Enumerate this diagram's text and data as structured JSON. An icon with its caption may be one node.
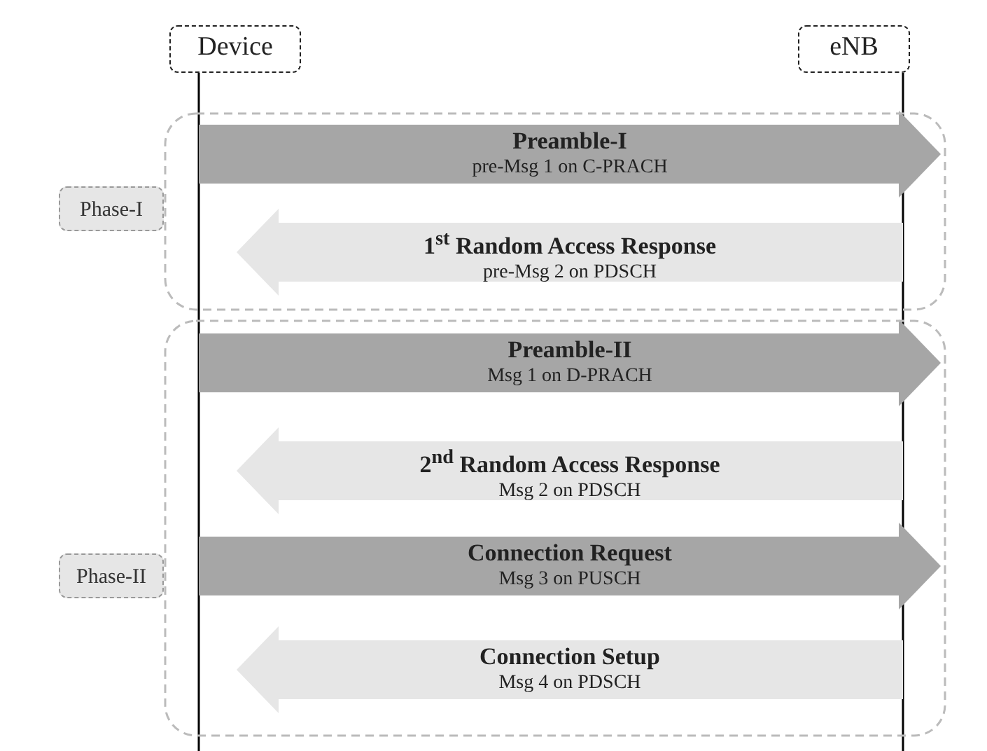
{
  "diagram": {
    "nodes": [
      {
        "text": [
          "Device"
        ]
      },
      {
        "text": [
          "eNB"
        ]
      },
      {
        "text": [
          "Phase-I"
        ]
      },
      {
        "text": [
          "Phase-II"
        ]
      }
    ],
    "edges": [
      {
        "from": 0,
        "to": 1,
        "arrow": "to",
        "label": "**Preamble-I** pre-Msg 1 on C-PRACH",
        "color": "#a6a6a6"
      },
      {
        "from": 1,
        "to": 0,
        "arrow": "to",
        "label": "**1$^{st}$ Random Access Response** pre-Msg 2 on PDSCH",
        "color": "#e6e6e6"
      },
      {
        "from": 0,
        "to": 1,
        "arrow": "to",
        "label": "**Preamble-II** Msg 1 on D-PRACH",
        "color": "#a6a6a6"
      },
      {
        "from": 1,
        "to": 0,
        "arrow": "to",
        "label": "**2$^{nd}$ Random Access Response** Msg 2 on PDSCH",
        "color": "#e6e6e6"
      },
      {
        "from": 0,
        "to": 1,
        "arrow": "to",
        "label": "**Connection Request** Msg 3 on PUSCH",
        "color": "#a6a6a6"
      },
      {
        "from": 1,
        "to": 0,
        "arrow": "to",
        "label": "**Connection Setup** Msg 4 on PDSCH",
        "color": "#e6e6e6"
      }
    ]
  }
}
